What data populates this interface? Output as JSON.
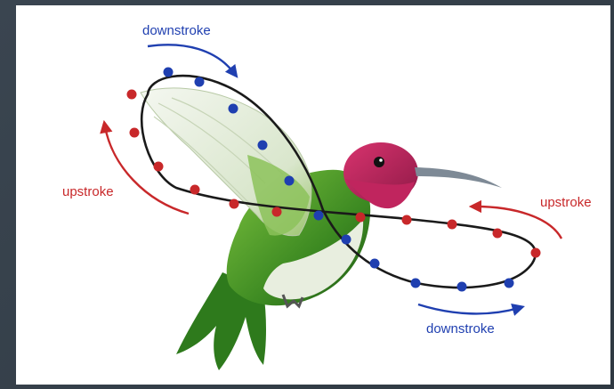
{
  "labels": {
    "downstroke_top": "downstroke",
    "downstroke_bottom": "downstroke",
    "upstroke_left": "upstroke",
    "upstroke_right": "upstroke"
  },
  "colors": {
    "downstroke": "#1f3fb0",
    "upstroke": "#c8282a",
    "path": "#1a1a1a",
    "body_green": "#5aa531",
    "throat_magenta": "#c0255e",
    "belly": "#e8eedf",
    "wing": "#e9efe3"
  }
}
